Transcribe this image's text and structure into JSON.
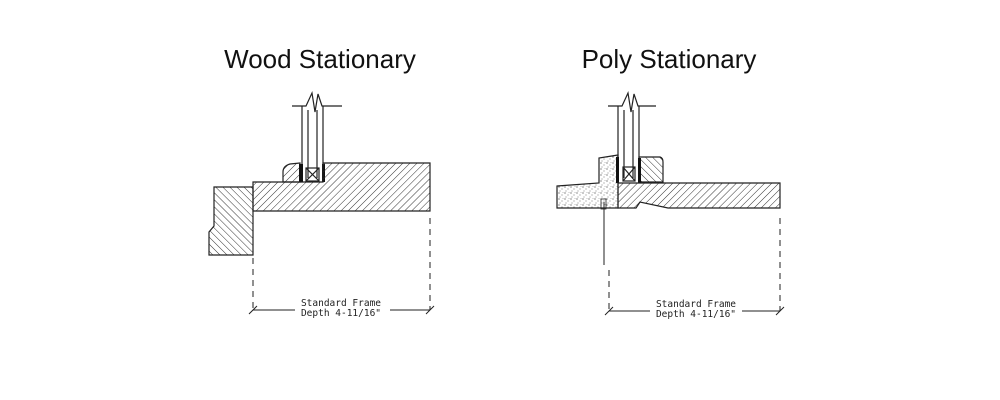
{
  "diagrams": [
    {
      "title": "Wood Stationary",
      "dimension_line1": "Standard Frame",
      "dimension_line2": "Depth 4-11/16\""
    },
    {
      "title": "Poly Stationary",
      "dimension_line1": "Standard Frame",
      "dimension_line2": "Depth 4-11/16\""
    }
  ],
  "colors": {
    "line": "#222222",
    "background": "#ffffff"
  }
}
